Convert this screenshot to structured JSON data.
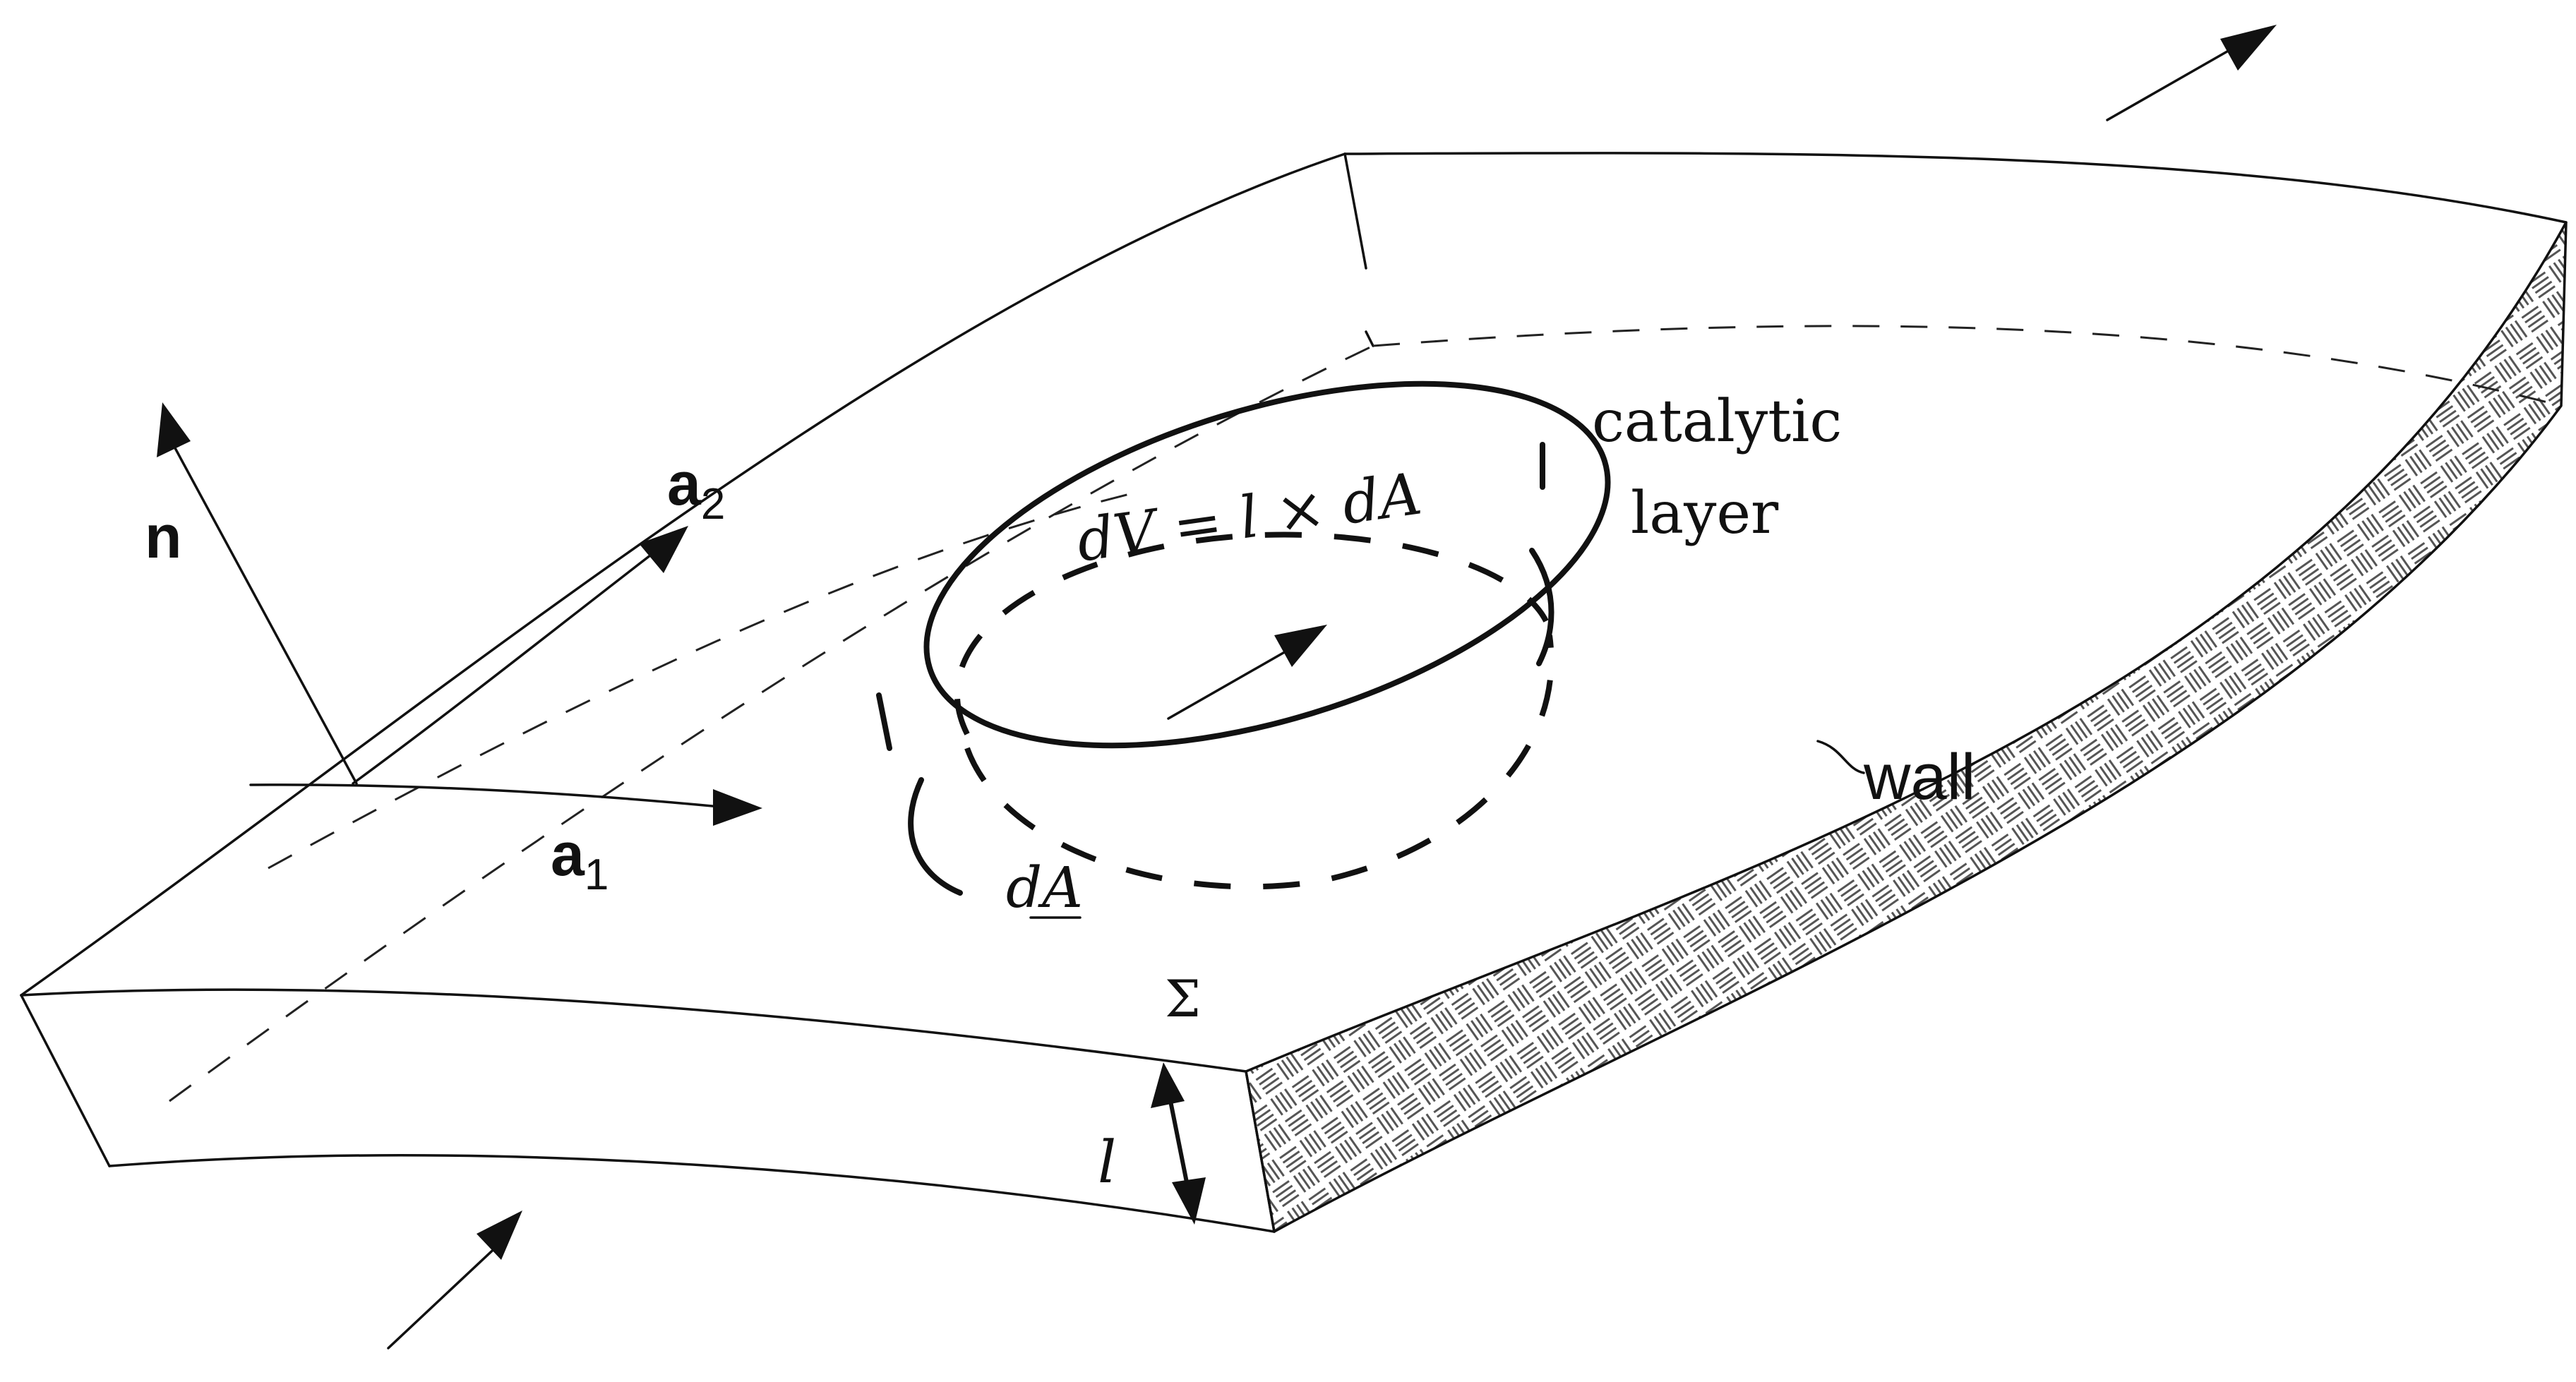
{
  "labels": {
    "normal": "n",
    "a2_base": "a",
    "a2_sub": "2",
    "a1_base": "a",
    "a1_sub": "1",
    "volume_eq": "dV = l × dA",
    "area": "dA",
    "catalytic_line1": "catalytic",
    "catalytic_line2": "layer",
    "wall": "wall",
    "sigma": "Σ",
    "thickness": "l"
  },
  "colors": {
    "stroke": "#111111",
    "background": "#ffffff",
    "hatch": "#555555"
  }
}
